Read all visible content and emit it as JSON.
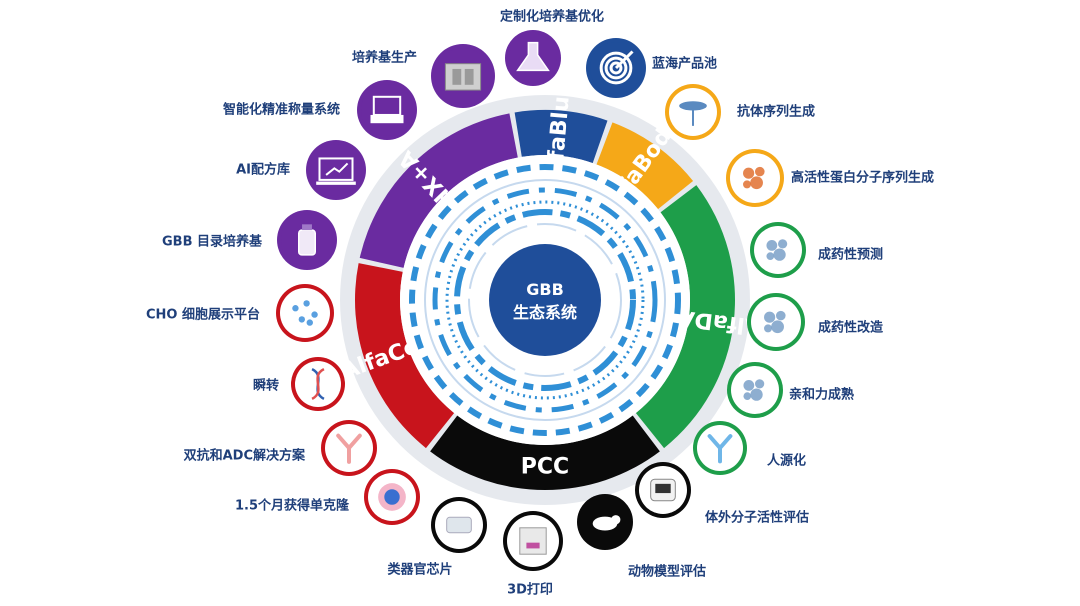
{
  "hub": {
    "line1": "GBB",
    "line2": "生态系统"
  },
  "segments": [
    {
      "id": "alfablue",
      "label": "AlfaBlue",
      "color": "#1f4e9a",
      "start": -10,
      "end": 20
    },
    {
      "id": "alfabody",
      "label": "AlfaBodY",
      "color": "#f5a818",
      "start": 20,
      "end": 52
    },
    {
      "id": "alfadax",
      "label": "AlfaDAX",
      "color": "#1e9e4a",
      "start": 52,
      "end": 142
    },
    {
      "id": "pcc",
      "label": "PCC",
      "color": "#0a0a0a",
      "start": 142,
      "end": 218
    },
    {
      "id": "alfacell",
      "label": "AlfaCell",
      "color": "#c8141c",
      "start": 218,
      "end": 282
    },
    {
      "id": "alfamedx",
      "label": "AlfaMedX+AlfaOPA",
      "color": "#6a2ba0",
      "start": 282,
      "end": 350
    }
  ],
  "nodes": [
    {
      "id": "custom-medium-opt",
      "label": "定制化培养基优化",
      "color": "#6a2ba0",
      "icon": "flask-icon"
    },
    {
      "id": "medium-production",
      "label": "培养基生产",
      "color": "#6a2ba0",
      "icon": "factory-icon"
    },
    {
      "id": "smart-weighing",
      "label": "智能化精准称量系统",
      "color": "#6a2ba0",
      "icon": "scale-icon"
    },
    {
      "id": "ai-formula",
      "label": "AI配方库",
      "color": "#6a2ba0",
      "icon": "laptop-chart-icon"
    },
    {
      "id": "gbb-catalog",
      "label": "GBB 目录培养基",
      "color": "#6a2ba0",
      "icon": "bottle-icon"
    },
    {
      "id": "cho-display",
      "label": "CHO 细胞展示平台",
      "color": "#c8141c",
      "icon": "cell-network-icon"
    },
    {
      "id": "transient",
      "label": "瞬转",
      "color": "#c8141c",
      "icon": "dna-icon"
    },
    {
      "id": "bispecific-adc",
      "label": "双抗和ADC解决方案",
      "color": "#c8141c",
      "icon": "antibody-icon"
    },
    {
      "id": "monoclone",
      "label": "1.5个月获得单克隆",
      "color": "#c8141c",
      "icon": "cell-icon"
    },
    {
      "id": "organoid-chip",
      "label": "类器官芯片",
      "color": "#0a0a0a",
      "icon": "chip-icon"
    },
    {
      "id": "print3d",
      "label": "3D打印",
      "color": "#0a0a0a",
      "icon": "printer-icon"
    },
    {
      "id": "animal-model",
      "label": "动物模型评估",
      "color": "#0a0a0a",
      "icon": "mouse-icon"
    },
    {
      "id": "in-vitro",
      "label": "体外分子活性评估",
      "color": "#0a0a0a",
      "icon": "instrument-icon"
    },
    {
      "id": "humanization",
      "label": "人源化",
      "color": "#1e9e4a",
      "icon": "y-antibody-icon"
    },
    {
      "id": "affinity",
      "label": "亲和力成熟",
      "color": "#1e9e4a",
      "icon": "protein-icon"
    },
    {
      "id": "drugability-mod",
      "label": "成药性改造",
      "color": "#1e9e4a",
      "icon": "protein-cluster-icon"
    },
    {
      "id": "drugability-pred",
      "label": "成药性预测",
      "color": "#1e9e4a",
      "icon": "antibody-structure-icon"
    },
    {
      "id": "high-activity-protein",
      "label": "高活性蛋白分子序列生成",
      "color": "#f5a818",
      "icon": "molecule-icon"
    },
    {
      "id": "antibody-seq",
      "label": "抗体序列生成",
      "color": "#f5a818",
      "icon": "tree-icon"
    },
    {
      "id": "blue-ocean",
      "label": "蓝海产品池",
      "color": "#1f4e9a",
      "icon": "target-icon"
    }
  ]
}
